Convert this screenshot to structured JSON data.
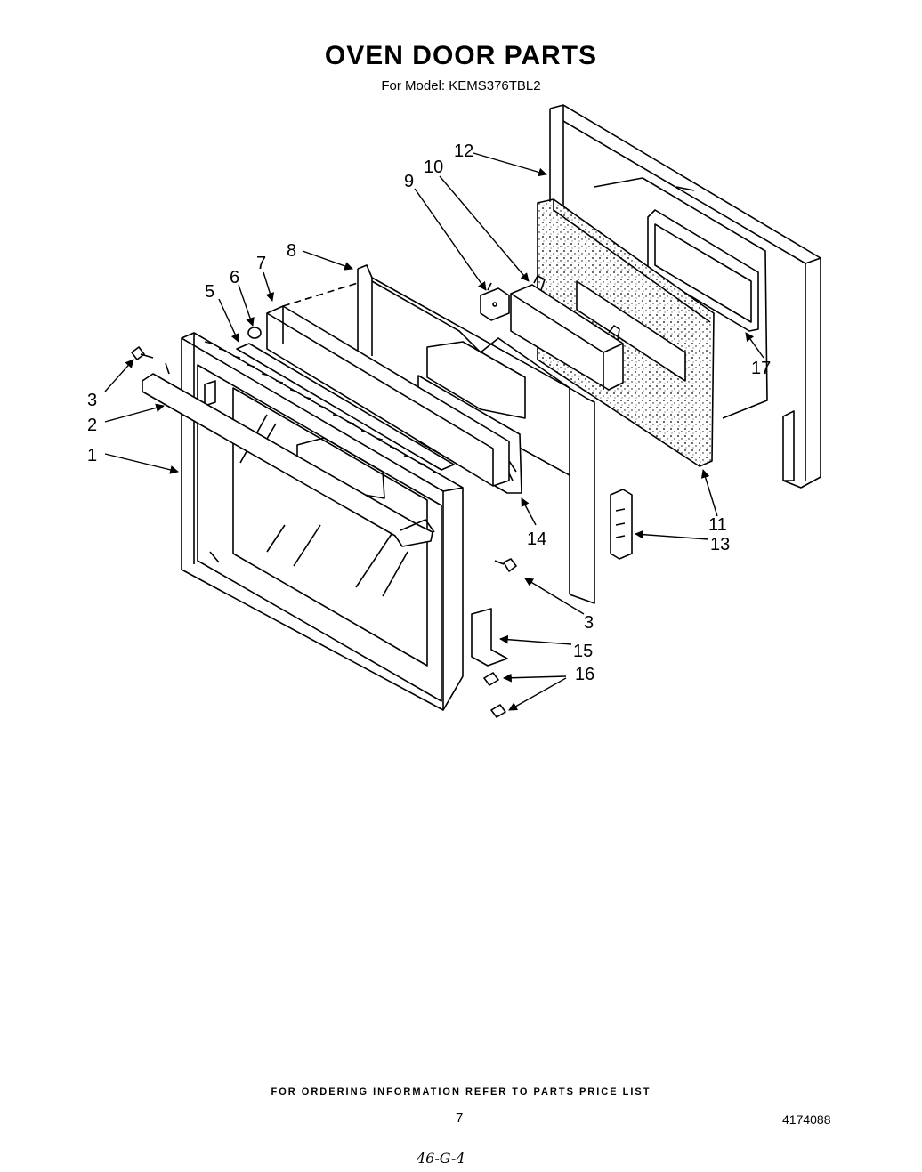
{
  "header": {
    "title": "OVEN DOOR PARTS",
    "model_line": "For Model: KEMS376TBL2"
  },
  "callouts": [
    {
      "id": "1",
      "label": "1"
    },
    {
      "id": "2",
      "label": "2"
    },
    {
      "id": "3a",
      "label": "3"
    },
    {
      "id": "3b",
      "label": "3"
    },
    {
      "id": "5",
      "label": "5"
    },
    {
      "id": "6",
      "label": "6"
    },
    {
      "id": "7",
      "label": "7"
    },
    {
      "id": "8",
      "label": "8"
    },
    {
      "id": "9",
      "label": "9"
    },
    {
      "id": "10",
      "label": "10"
    },
    {
      "id": "11",
      "label": "11"
    },
    {
      "id": "12",
      "label": "12"
    },
    {
      "id": "13",
      "label": "13"
    },
    {
      "id": "14",
      "label": "14"
    },
    {
      "id": "15",
      "label": "15"
    },
    {
      "id": "16",
      "label": "16"
    },
    {
      "id": "17",
      "label": "17"
    }
  ],
  "footer": {
    "ordering_note": "FOR ORDERING INFORMATION REFER TO PARTS PRICE LIST",
    "page_number": "7",
    "document_number": "4174088",
    "handwritten_note": "46-G-4"
  }
}
